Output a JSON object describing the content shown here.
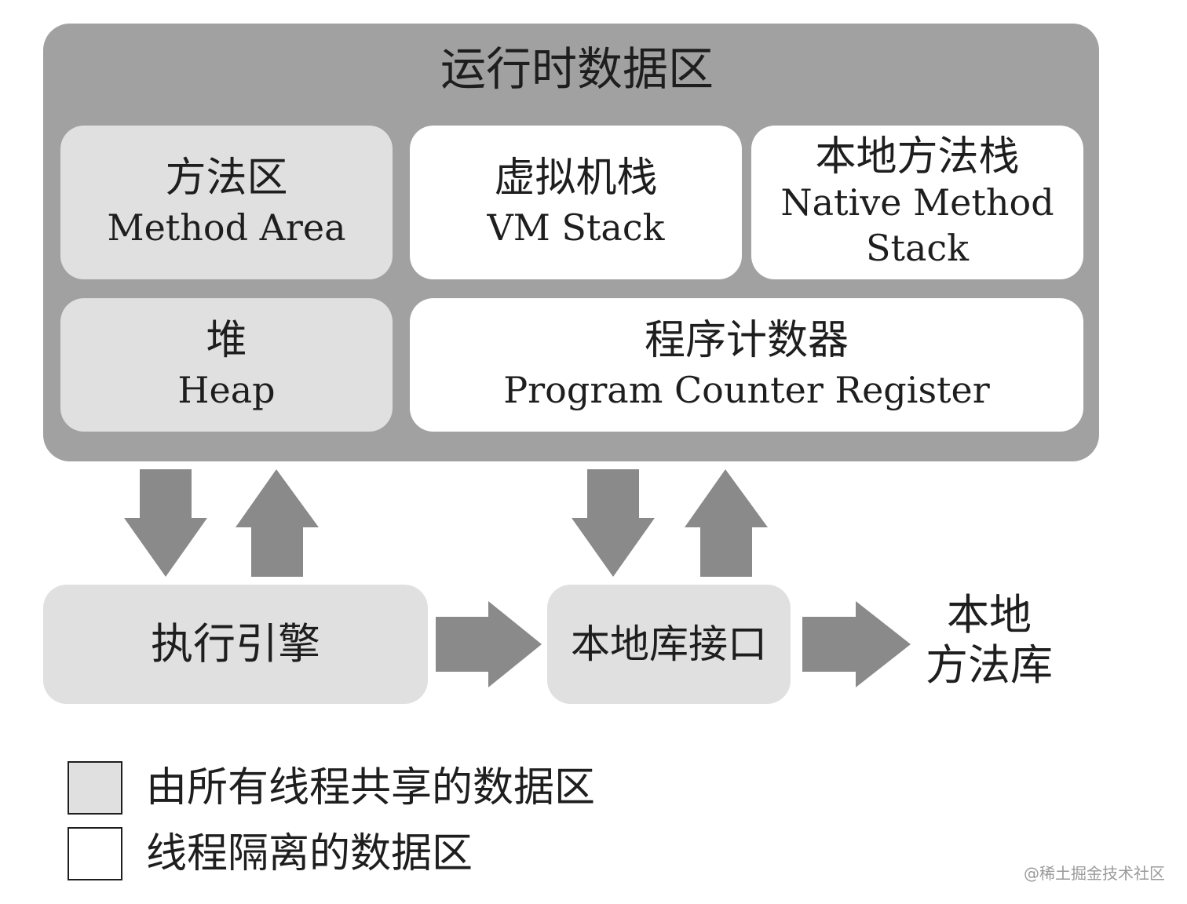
{
  "runtime": {
    "title": "运行时数据区"
  },
  "method_area": {
    "zh": "方法区",
    "en": "Method Area"
  },
  "vm_stack": {
    "zh": "虚拟机栈",
    "en": "VM Stack"
  },
  "native_stack": {
    "zh": "本地方法栈",
    "en1": "Native Method",
    "en2": "Stack"
  },
  "heap": {
    "zh": "堆",
    "en": "Heap"
  },
  "pc_register": {
    "zh": "程序计数器",
    "en": "Program Counter Register"
  },
  "execution_engine": {
    "label": "执行引擎"
  },
  "native_interface": {
    "label": "本地库接口"
  },
  "native_library": {
    "line1": "本地",
    "line2": "方法库"
  },
  "legend": {
    "shared": "由所有线程共享的数据区",
    "private": "线程隔离的数据区"
  },
  "watermark": "@稀土掘金技术社区",
  "colors": {
    "outer": "#a1a1a1",
    "shared": "#e0e0e0",
    "private": "#ffffff",
    "arrow": "#8a8a8a"
  }
}
